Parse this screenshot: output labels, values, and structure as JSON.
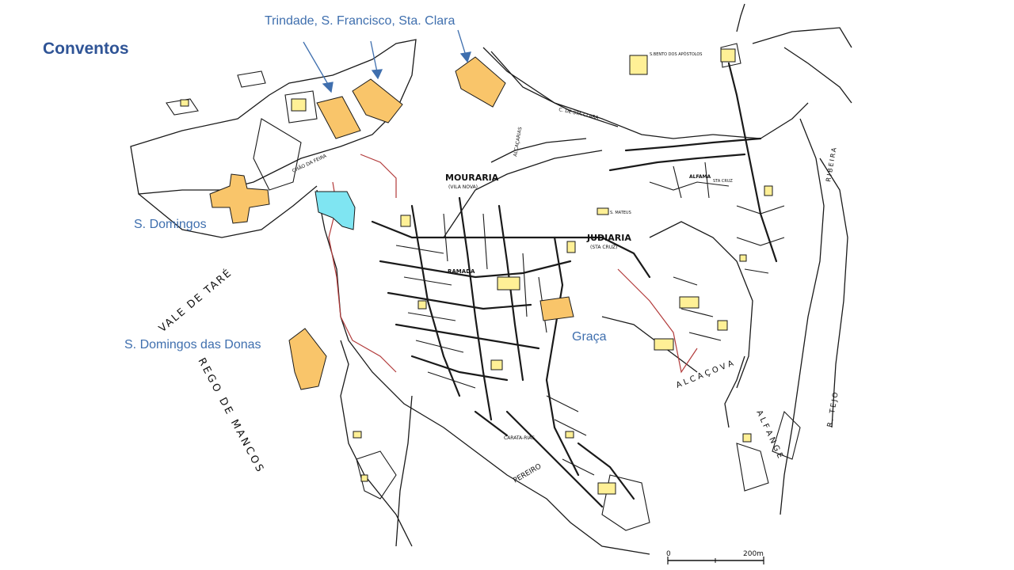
{
  "slide": {
    "title": "Conventos",
    "annotations": [
      {
        "text": "Trindade,  S. Francisco, Sta. Clara"
      },
      {
        "text": "S. Domingos"
      },
      {
        "text": "S. Domingos das Donas"
      },
      {
        "text": "Graça"
      }
    ]
  },
  "map": {
    "labels": {
      "mouraria": "MOURARIA",
      "mouraria_sub": "(VILA NOVA)",
      "judiaria": "JUDIARIA",
      "judiaria_sub": "(STA CRUZ)",
      "vale_de_tare": "VALE DE TARÉ",
      "rego_de_mancos": "REGO DE MANCOS",
      "alcacova": "A L C A Ç O V A",
      "alfange": "A L F A N G E",
      "rio_tejo": "R. TEJO",
      "ribeira": "RIBEIRA",
      "pereiro": "PEREIRO",
      "caratarias": "CARATA-RIAS",
      "alcacarias": "ALCAÇARIAS",
      "c_sta_clara": "C. DE STA CLARA",
      "chao_da_feira": "CHÃO DA FEIRA",
      "ramada": "RAMADA",
      "alfama": "ALFAMA",
      "s_bento_apostolos": "S.BENTO DOS APÓSTOLOS",
      "s_mateus": "S. MATEUS",
      "sta_cruz": "STA CRUZ"
    },
    "scale": {
      "start": "0",
      "end": "200m"
    },
    "colors": {
      "convent": "#f9c56a",
      "church": "#fff096",
      "palace": "#7fe5f2",
      "ink": "#1a1a1a",
      "wall": "#b23a3a",
      "annotation": "#3f6fae",
      "title": "#2f5496"
    }
  }
}
